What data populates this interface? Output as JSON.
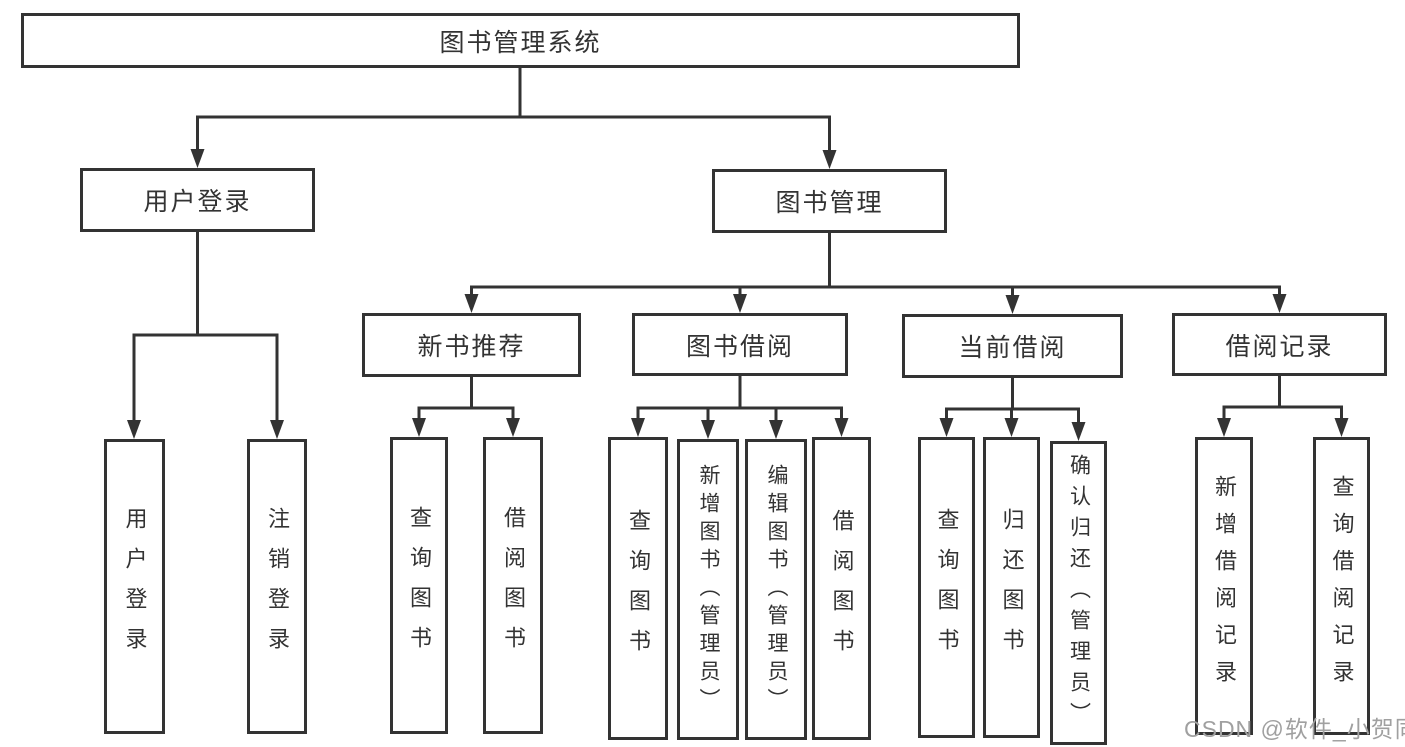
{
  "tree": {
    "root": {
      "label": "图书管理系统"
    },
    "level2": [
      {
        "label": "用户登录",
        "children": [
          {
            "label": "用户登录"
          },
          {
            "label": "注销登录"
          }
        ]
      },
      {
        "label": "图书管理",
        "children": [
          {
            "label": "新书推荐",
            "children": [
              {
                "label": "查询图书"
              },
              {
                "label": "借阅图书"
              }
            ]
          },
          {
            "label": "图书借阅",
            "children": [
              {
                "label": "查询图书"
              },
              {
                "label": "新增图书（管理员）"
              },
              {
                "label": "编辑图书（管理员）"
              },
              {
                "label": "借阅图书"
              }
            ]
          },
          {
            "label": "当前借阅",
            "children": [
              {
                "label": "查询图书"
              },
              {
                "label": "归还图书"
              },
              {
                "label": "确认归还（管理员）"
              }
            ]
          },
          {
            "label": "借阅记录",
            "children": [
              {
                "label": "新增借阅记录"
              },
              {
                "label": "查询借阅记录"
              }
            ]
          }
        ]
      }
    ]
  },
  "watermark": {
    "text": "CSDN @软件_小贺同学"
  },
  "colors": {
    "line": "#333333",
    "box_border": "#333333",
    "box_fill": "#ffffff",
    "text": "#333333",
    "watermark": "#a0a0a0",
    "background": "#ffffff"
  }
}
